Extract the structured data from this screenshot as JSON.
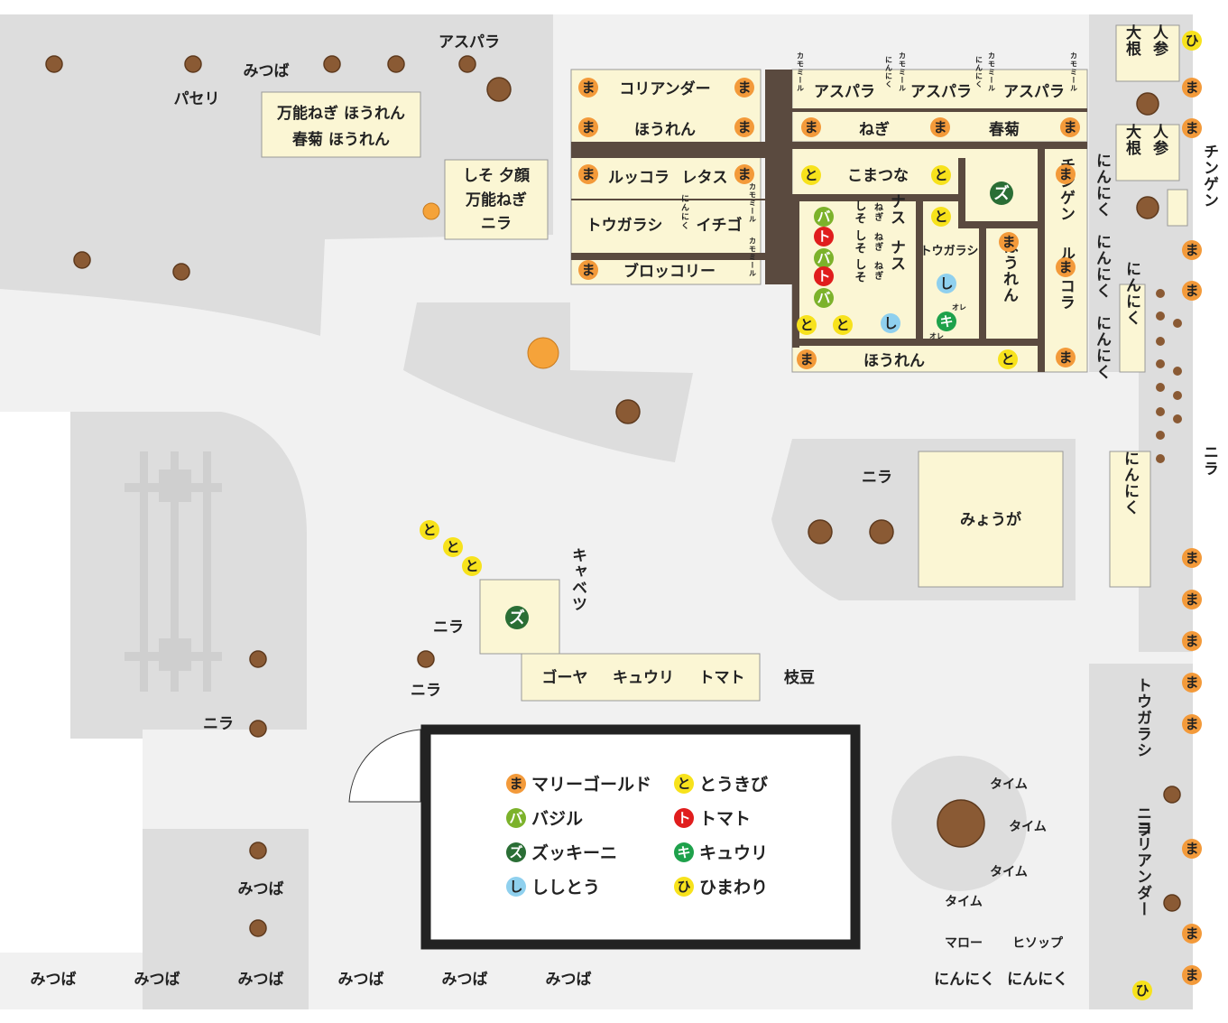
{
  "colors": {
    "path": "#f1f1f1",
    "area": "#dddddd",
    "bed": "#fbf6d4",
    "bed_stroke": "#999999",
    "rail": "#5a4a3f",
    "tree": "#8a5a34",
    "tree_stroke": "#5e3a1e",
    "marigold": "#f39a3a",
    "basil": "#7cb22b",
    "zucchini": "#2a6e35",
    "shishito": "#8fd0ee",
    "tomato": "#e01d1d",
    "sugarcane": "#f7e21c",
    "cucumber": "#1ea14b",
    "sunflower": "#f7e21c",
    "orange_tree": "#f5a33a",
    "legend_frame": "#222222"
  },
  "symbols": {
    "marigold": "ま",
    "basil": "バ",
    "zucchini": "ズ",
    "shishito": "し",
    "tomato": "ト",
    "sugarcane": "と",
    "cucumber": "キ",
    "sunflower": "ひ"
  },
  "legend": [
    {
      "key": "marigold",
      "label": "マリーゴールド"
    },
    {
      "key": "sugarcane",
      "label": "とうきび"
    },
    {
      "key": "basil",
      "label": "バジル"
    },
    {
      "key": "tomato",
      "label": "トマト"
    },
    {
      "key": "zucchini",
      "label": "ズッキーニ"
    },
    {
      "key": "cucumber",
      "label": "キュウリ"
    },
    {
      "key": "shishito",
      "label": "ししとう"
    },
    {
      "key": "sunflower",
      "label": "ひまわり"
    }
  ],
  "labels": {
    "asupara": "アスパラ",
    "mitsuba": "みつば",
    "paseri": "パセリ",
    "bed1_l1": "万能ねぎ ほうれん",
    "bed1_l2": "春菊 ほうれん",
    "bed2_l1": "しそ 夕顔",
    "bed2_l2": "万能ねぎ",
    "bed2_l3": "ニラ",
    "coriander": "コリアンダー",
    "horen": "ほうれん",
    "rukkora": "ルッコラ",
    "retasu": "レタス",
    "tougarashi": "トウガラシ",
    "ninniku": "にんにく",
    "ichigo": "イチゴ",
    "kamomiru": "カモミール",
    "burokkori": "ブロッコリー",
    "negi": "ねぎ",
    "shungiku": "春菊",
    "komatsuna": "こまつな",
    "shiso": "しそ",
    "nasu": "ナス",
    "ore": "オレ",
    "chingen": "チンゲン",
    "daikon": "大根",
    "ninjin": "人参",
    "nira": "ニラ",
    "myouga": "みょうが",
    "kyabetsu": "キャベツ",
    "goya": "ゴーヤ",
    "kyuuri": "キュウリ",
    "tomato": "トマト",
    "edamame": "枝豆",
    "taimu": "タイム",
    "maro": "マロー",
    "hisoppu": "ヒソップ",
    "coriander_v": "コリアンダー"
  }
}
